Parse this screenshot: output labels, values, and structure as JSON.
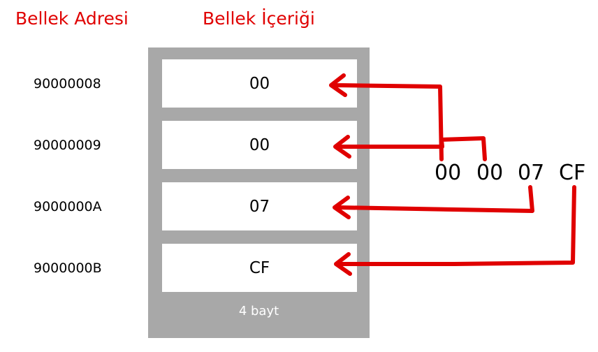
{
  "headers": {
    "address": "Bellek Adresi",
    "content": "Bellek İçeriği"
  },
  "memory": {
    "rows": [
      {
        "address": "90000008",
        "value": "00"
      },
      {
        "address": "90000009",
        "value": "00"
      },
      {
        "address": "9000000A",
        "value": "07"
      },
      {
        "address": "9000000B",
        "value": "CF"
      }
    ],
    "size_label": "4 bayt"
  },
  "word_bytes": [
    "00",
    "00",
    "07",
    "CF"
  ],
  "colors": {
    "accent": "#e00000",
    "block_gray": "#a8a8a8",
    "text": "#000000",
    "cell_bg": "#ffffff"
  }
}
